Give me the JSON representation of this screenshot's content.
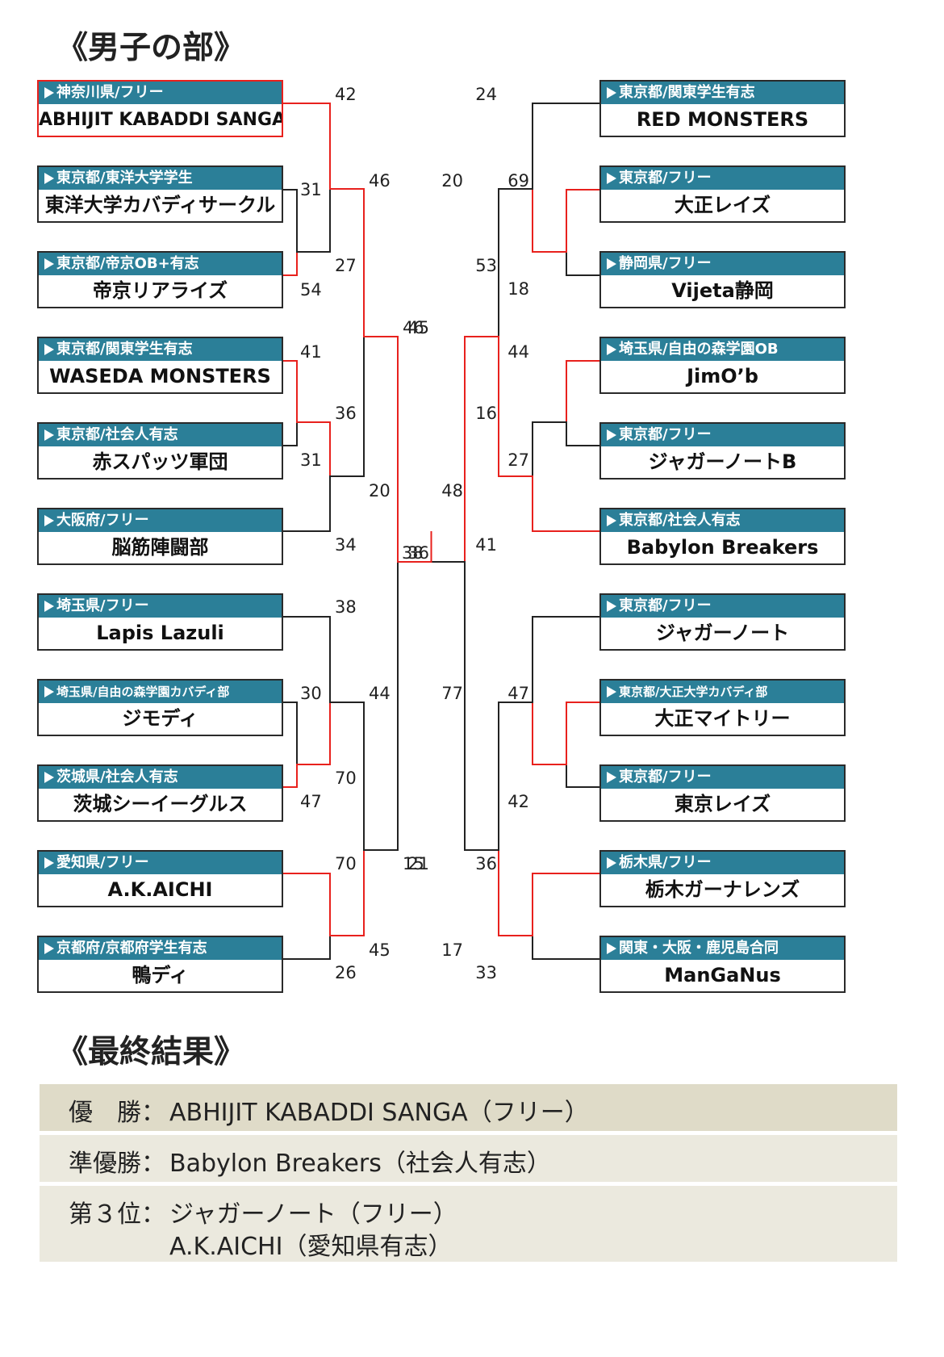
{
  "titles": {
    "bracket": "《男子の部》",
    "results": "《最終結果》"
  },
  "colors": {
    "header": "#2b7f98",
    "win": "#e8211d",
    "loss": "#222222",
    "row1": "#dfdbc8",
    "row2": "#ebe9de"
  },
  "teams": {
    "L1": {
      "pref": "神奈川県/フリー",
      "name": "ABHIJIT KABADDI SANGA",
      "winner": true
    },
    "L2": {
      "pref": "東京都/東洋大学学生",
      "name": "東洋大学カバディサークル"
    },
    "L3": {
      "pref": "東京都/帝京OB+有志",
      "name": "帝京リアライズ"
    },
    "L4": {
      "pref": "東京都/関東学生有志",
      "name": "WASEDA MONSTERS"
    },
    "L5": {
      "pref": "東京都/社会人有志",
      "name": "赤スパッツ軍団"
    },
    "L6": {
      "pref": "大阪府/フリー",
      "name": "脳筋陣闘部"
    },
    "L7": {
      "pref": "埼玉県/フリー",
      "name": "Lapis Lazuli"
    },
    "L8": {
      "pref": "埼玉県/自由の森学園カバディ部",
      "name": "ジモディ"
    },
    "L9": {
      "pref": "茨城県/社会人有志",
      "name": "茨城シーイーグルス"
    },
    "L10": {
      "pref": "愛知県/フリー",
      "name": "A.K.AICHI"
    },
    "L11": {
      "pref": "京都府/京都府学生有志",
      "name": "鴨ディ"
    },
    "R1": {
      "pref": "東京都/関東学生有志",
      "name": "RED MONSTERS"
    },
    "R2": {
      "pref": "東京都/フリー",
      "name": "大正レイズ"
    },
    "R3": {
      "pref": "静岡県/フリー",
      "name": "Vijeta静岡"
    },
    "R4": {
      "pref": "埼玉県/自由の森学園OB",
      "name": "JimO’b"
    },
    "R5": {
      "pref": "東京都/フリー",
      "name": "ジャガーノートB"
    },
    "R6": {
      "pref": "東京都/社会人有志",
      "name": "Babylon Breakers"
    },
    "R7": {
      "pref": "東京都/フリー",
      "name": "ジャガーノート"
    },
    "R8": {
      "pref": "東京都/大正大学カバディ部",
      "name": "大正マイトリー"
    },
    "R9": {
      "pref": "東京都/フリー",
      "name": "東京レイズ"
    },
    "R10": {
      "pref": "栃木県/フリー",
      "name": "栃木ガーナレンズ"
    },
    "R11": {
      "pref": "関東・大阪・鹿児島合同",
      "name": "ManGaNus"
    }
  },
  "matches": [
    {
      "id": "m1",
      "a": "L2",
      "b": "L3",
      "a_score": "31",
      "b_score": "54",
      "winner": "b"
    },
    {
      "id": "m2",
      "a": "L4",
      "b": "L5",
      "a_score": "41",
      "b_score": "31",
      "winner": "a"
    },
    {
      "id": "m3",
      "a": "L8",
      "b": "L9",
      "a_score": "30",
      "b_score": "47",
      "winner": "b"
    },
    {
      "id": "m4",
      "a": "L1",
      "b": "m1",
      "a_score": "42",
      "b_score": "27",
      "winner": "a"
    },
    {
      "id": "m5",
      "a": "m2",
      "b": "L6",
      "a_score": "36",
      "b_score": "34",
      "winner": "a"
    },
    {
      "id": "m6",
      "a": "L7",
      "b": "m3",
      "a_score": "38",
      "b_score": "70",
      "winner": "b"
    },
    {
      "id": "m7",
      "a": "L10",
      "b": "L11",
      "a_score": "70",
      "b_score": "26",
      "winner": "a"
    },
    {
      "id": "m8",
      "a": "m4",
      "b": "m5",
      "a_score": "46",
      "b_score": "20",
      "winner": "a"
    },
    {
      "id": "m9",
      "a": "m6",
      "b": "m7",
      "a_score": "44",
      "b_score": "45",
      "winner": "b"
    },
    {
      "id": "m10",
      "a": "m8",
      "b": "m9",
      "a_score": "46",
      "b_score": "15",
      "winner": "a"
    },
    {
      "id": "m11",
      "a": "R2",
      "b": "R3",
      "a_score": "69",
      "b_score": "18",
      "winner": "a"
    },
    {
      "id": "m12",
      "a": "R4",
      "b": "R5",
      "a_score": "44",
      "b_score": "27",
      "winner": "a"
    },
    {
      "id": "m13",
      "a": "R8",
      "b": "R9",
      "a_score": "47",
      "b_score": "42",
      "winner": "a"
    },
    {
      "id": "m14",
      "a": "R1",
      "b": "m11",
      "a_score": "24",
      "b_score": "53",
      "winner": "b"
    },
    {
      "id": "m15",
      "a": "m12",
      "b": "R6",
      "a_score": "16",
      "b_score": "41",
      "winner": "b"
    },
    {
      "id": "m16",
      "a": "R7",
      "b": "m13",
      "a_score": "",
      "b_score": "",
      "winner": "b"
    },
    {
      "id": "m17",
      "a": "R10",
      "b": "R11",
      "a_score": "36",
      "b_score": "33",
      "winner": "a"
    },
    {
      "id": "m18",
      "a": "m14",
      "b": "m15",
      "a_score": "20",
      "b_score": "48",
      "winner": "b"
    },
    {
      "id": "m19",
      "a": "m16",
      "b": "m17",
      "a_score": "77",
      "b_score": "17",
      "winner": "b"
    },
    {
      "id": "m20",
      "a": "m18",
      "b": "m19",
      "a_score": "45",
      "b_score": "21",
      "winner": "a"
    },
    {
      "id": "final",
      "a": "m10",
      "b": "m20",
      "a_score": "38",
      "b_score": "36",
      "winner": "a"
    }
  ],
  "results": [
    {
      "label": "優　勝：",
      "lines": [
        "ABHIJIT KABADDI SANGA（フリー）"
      ]
    },
    {
      "label": "準優勝：",
      "lines": [
        "Babylon Breakers（社会人有志）"
      ]
    },
    {
      "label": "第３位：",
      "lines": [
        "ジャガーノート（フリー）",
        "A.K.AICHI（愛知県有志）"
      ]
    }
  ]
}
